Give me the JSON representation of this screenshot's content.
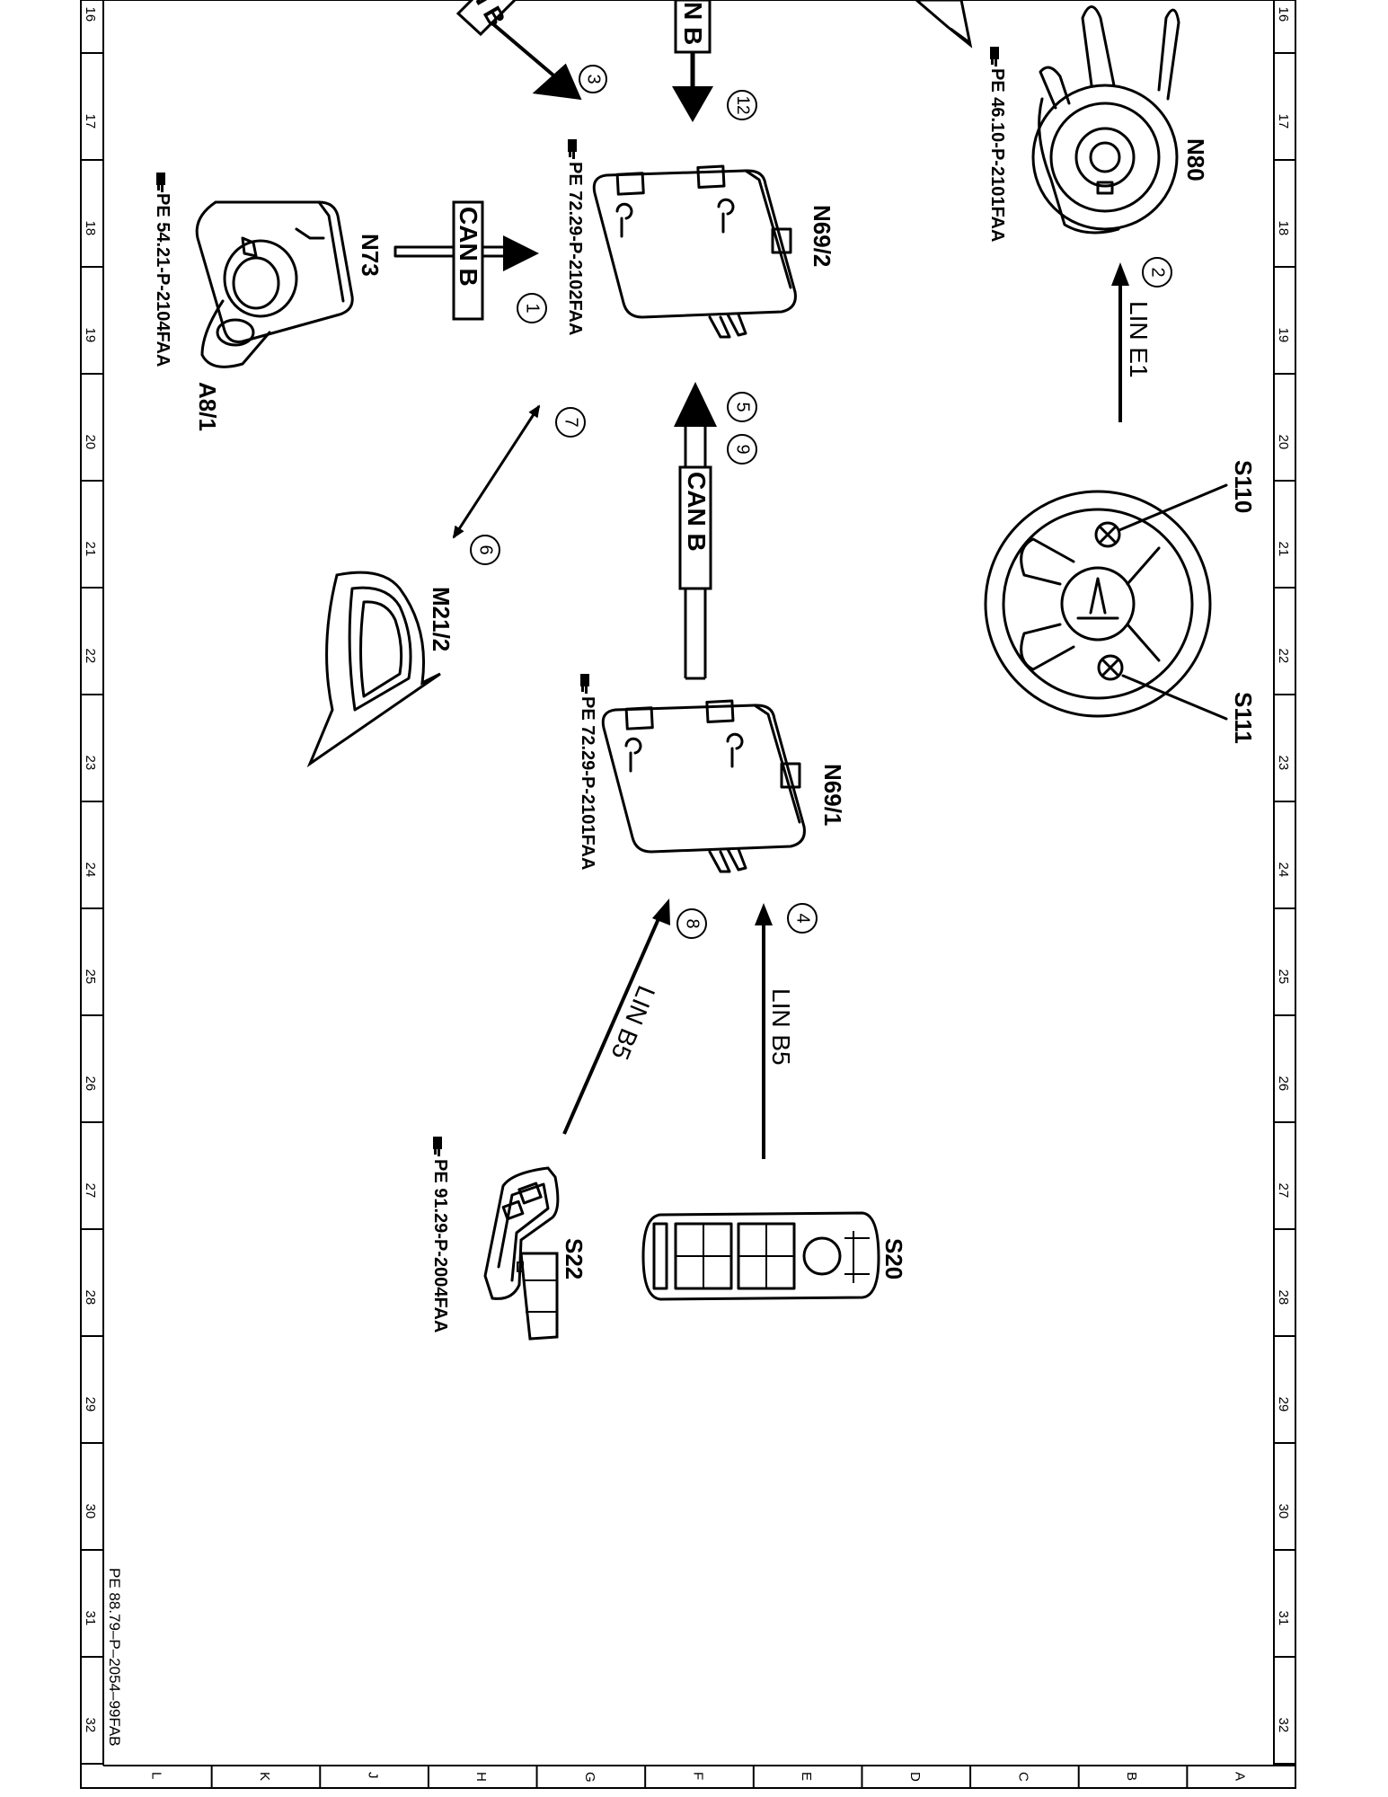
{
  "grid": {
    "rows": [
      "16",
      "17",
      "18",
      "19",
      "20",
      "21",
      "22",
      "23",
      "24",
      "25",
      "26",
      "27",
      "28",
      "29",
      "30",
      "31",
      "32"
    ],
    "cols": [
      "L",
      "K",
      "J",
      "H",
      "G",
      "F",
      "E",
      "D",
      "C",
      "B",
      "A"
    ]
  },
  "doc_id": "PE 88.79–P–2054–99FAB",
  "components": {
    "n80": {
      "label": "N80",
      "ref": "PE 46.10-P-2101FAA"
    },
    "n73": {
      "label": "N73",
      "ref": "PE 54.21-P-2104FAA"
    },
    "a8_1": {
      "label": "A8/1"
    },
    "n69_2": {
      "label": "N69/2",
      "ref": "PE 72.29-P-2102FAA"
    },
    "n69_1": {
      "label": "N69/1",
      "ref": "PE 72.29-P-2101FAA"
    },
    "m21_2": {
      "label": "M21/2"
    },
    "s110": {
      "label": "S110"
    },
    "s111": {
      "label": "S111"
    },
    "s20": {
      "label": "S20"
    },
    "s22": {
      "label": "S22",
      "ref": "PE 91.29-P-2004FAA"
    }
  },
  "buses": {
    "can_b_top": "N B",
    "can_b_tilted": "N B",
    "can_b_n73": "CAN B",
    "can_b_mid": "CAN B",
    "lin_e1": "LIN E1",
    "lin_b5_s20": "LIN B5",
    "lin_b5_s22": "LIN B5"
  },
  "step_numbers": {
    "s1": "1",
    "s2": "2",
    "s3": "3",
    "s4": "4",
    "s5": "5",
    "s6": "6",
    "s7": "7",
    "s8": "8",
    "s9": "9",
    "s12": "12"
  },
  "colors": {
    "ink": "#000000",
    "paper": "#ffffff"
  }
}
